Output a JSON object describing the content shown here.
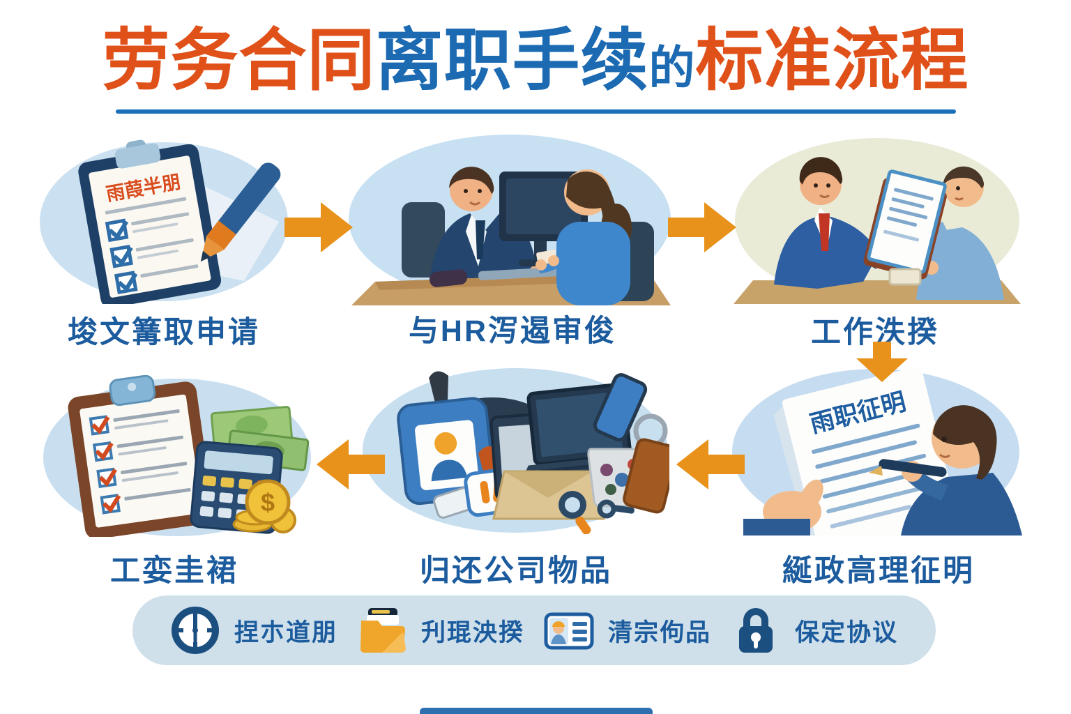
{
  "title": {
    "part1": "劳务合同",
    "part2": "离职手续",
    "part3": "的",
    "part4": "标准流程"
  },
  "steps": [
    {
      "label": "埈文篝取申请",
      "illustration": "clipboard-with-pen",
      "clipboard_heading": "雨葭半朋"
    },
    {
      "label": "与HR泻遏审俊",
      "illustration": "hr-meeting-at-desk"
    },
    {
      "label": "工作泆揆",
      "illustration": "document-handover"
    },
    {
      "label": "綖政高理征明",
      "illustration": "certificate-signing",
      "document_title": "雨职征明"
    },
    {
      "label": "归还公司物品",
      "illustration": "company-items-return"
    },
    {
      "label": "工娈圭裙",
      "illustration": "salary-settlement",
      "coin_symbol": "$"
    }
  ],
  "footer": {
    "items": [
      {
        "icon": "clock-icon",
        "label": "捏朩道朋"
      },
      {
        "icon": "folder-icon",
        "label": "刋琨泱揆"
      },
      {
        "icon": "id-badge-icon",
        "label": "清宗佝品"
      },
      {
        "icon": "lock-icon",
        "label": "保定协议"
      }
    ]
  },
  "colors": {
    "title_orange": "#E0511A",
    "title_blue": "#1B6AB2",
    "label_blue": "#1C5C9E",
    "underline_blue": "#1B6FBA",
    "arrow_orange": "#E8921C",
    "footer_pill": "#CFE0EA",
    "bubble_blue": "#C9E0F1",
    "bubble_olive": "#E9EBD7",
    "footer_icon_navy": "#1B4F80",
    "folder_orange": "#F0A62A"
  }
}
